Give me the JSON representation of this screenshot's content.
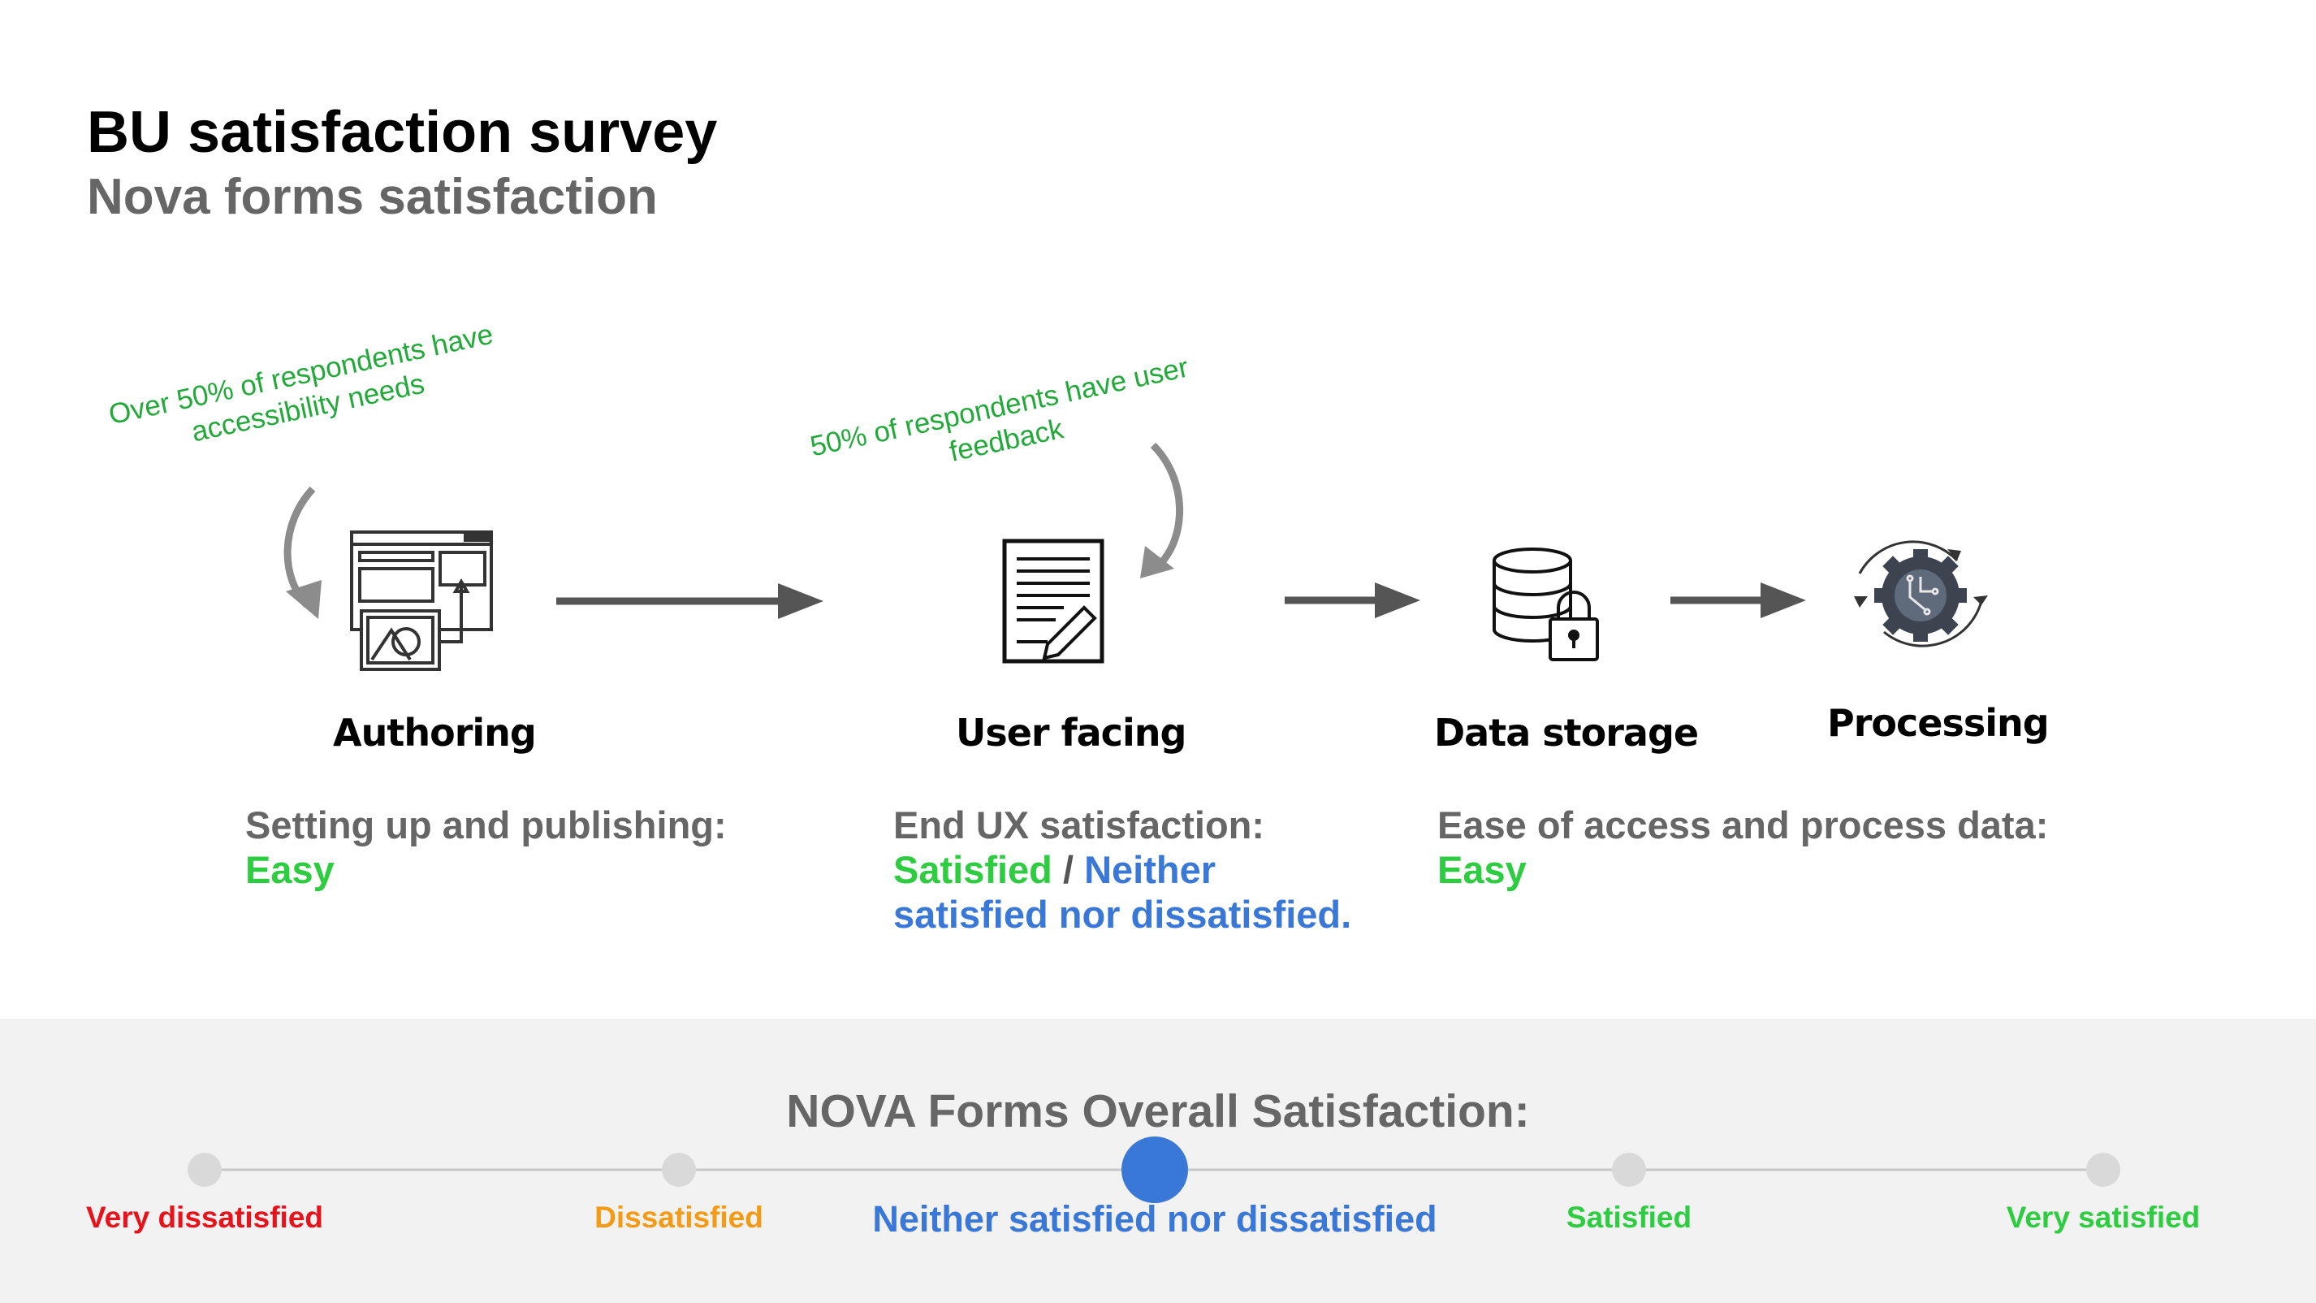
{
  "header": {
    "title": "BU satisfaction survey",
    "subtitle": "Nova forms satisfaction"
  },
  "notes": {
    "authoring_note": [
      "Over 50% of respondents have",
      "accessibility needs"
    ],
    "user_facing_note": [
      "50% of respondents have user",
      "feedback"
    ]
  },
  "stages": [
    {
      "label": "Authoring",
      "icon": "layout-editor-icon"
    },
    {
      "label": "User facing",
      "icon": "document-edit-icon"
    },
    {
      "label": "Data storage",
      "icon": "database-lock-icon"
    },
    {
      "label": "Processing",
      "icon": "gear-cycle-icon"
    }
  ],
  "descriptions": {
    "authoring": {
      "heading": "Setting up and publishing:",
      "value": "Easy"
    },
    "user_facing": {
      "heading": "End UX satisfaction:",
      "value_1": "Satisfied",
      "separator": " / ",
      "value_2_line1": "Neither",
      "value_2_line2": "satisfied nor dissatisfied."
    },
    "data": {
      "heading": "Ease of access and process data:",
      "value": "Easy"
    }
  },
  "overall": {
    "title": "NOVA Forms Overall Satisfaction:",
    "scale": [
      {
        "label": "Very dissatisfied",
        "color": "#e8121b"
      },
      {
        "label": "Dissatisfied",
        "color": "#f59a14"
      },
      {
        "label": "Neither satisfied nor dissatisfied",
        "color": "#3a78d8"
      },
      {
        "label": "Satisfied",
        "color": "#2ecc40"
      },
      {
        "label": "Very satisfied",
        "color": "#2ecc40"
      }
    ],
    "selected_index": 2
  }
}
